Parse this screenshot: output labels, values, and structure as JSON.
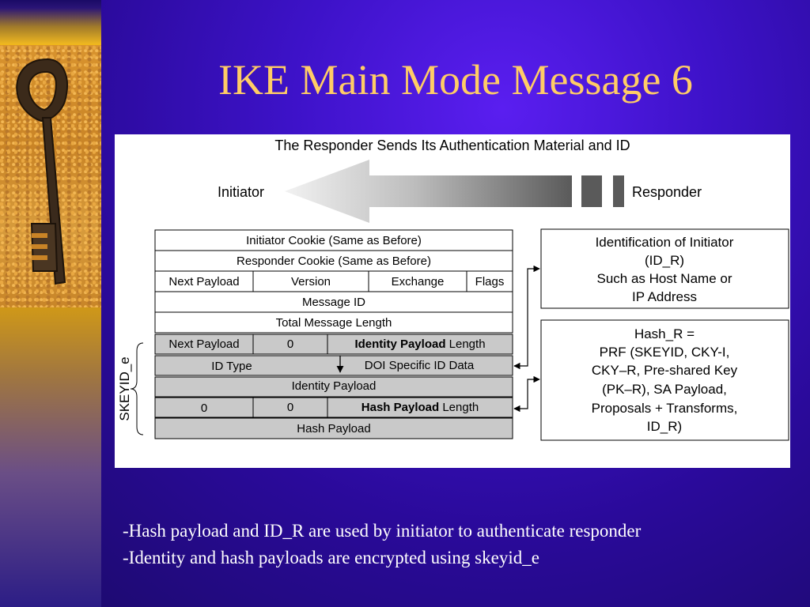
{
  "slide": {
    "title": "IKE Main Mode Message 6"
  },
  "diagram": {
    "heading": "The Responder Sends Its Authentication Material and ID",
    "left_party": "Initiator",
    "right_party": "Responder",
    "header_rows": {
      "initiator_cookie": "Initiator Cookie (Same as Before)",
      "responder_cookie": "Responder Cookie (Same as Before)",
      "next_payload": "Next Payload",
      "version": "Version",
      "exchange": "Exchange",
      "flags": "Flags",
      "message_id": "Message ID",
      "total_length": "Total Message Length"
    },
    "encrypted_rows": {
      "next_payload": "Next Payload",
      "zero_a": "0",
      "identity_length_bold": "Identity Payload",
      "identity_length_rest": " Length",
      "id_type": "ID Type",
      "doi_data": "DOI Specific ID Data",
      "identity_payload": "Identity Payload",
      "zero_b": "0",
      "zero_c": "0",
      "hash_length_bold": "Hash Payload",
      "hash_length_rest": " Length",
      "hash_payload": "Hash Payload"
    },
    "skeyid_label": "SKEYID_e",
    "id_box": [
      "Identification of Initiator",
      "(ID_R)",
      "Such as Host Name or",
      "IP Address"
    ],
    "hash_box": [
      "Hash_R =",
      "PRF (SKEYID, CKY-I,",
      "CKY–R, Pre-shared Key",
      "(PK–R), SA Payload,",
      "Proposals + Transforms,",
      "ID_R)"
    ]
  },
  "notes": [
    "-Hash payload and ID_R are used by initiator to authenticate responder",
    "-Identity and hash payloads are encrypted using skeyid_e"
  ]
}
